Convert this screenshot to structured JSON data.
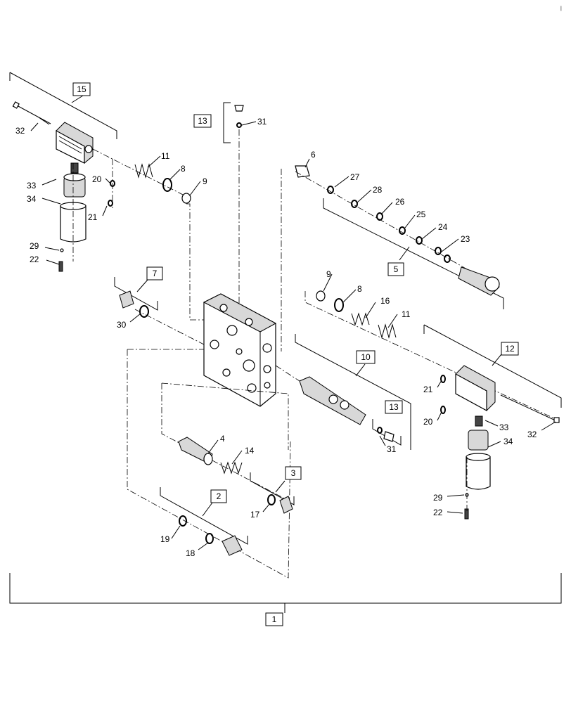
{
  "corner_mark": "|",
  "parts": {
    "p1": "1",
    "p2": "2",
    "p3": "3",
    "p4": "4",
    "p5": "5",
    "p6": "6",
    "p7": "7",
    "p8": "8",
    "p9": "9",
    "p10": "10",
    "p11": "11",
    "p12": "12",
    "p13": "13",
    "p14": "14",
    "p15": "15",
    "p16": "16",
    "p17": "17",
    "p18": "18",
    "p19": "19",
    "p20": "20",
    "p21": "21",
    "p22": "22",
    "p23": "23",
    "p24": "24",
    "p25": "25",
    "p26": "26",
    "p27": "27",
    "p28": "28",
    "p29": "29",
    "p30": "30",
    "p31": "31",
    "p32": "32",
    "p33": "33",
    "p34": "34"
  }
}
